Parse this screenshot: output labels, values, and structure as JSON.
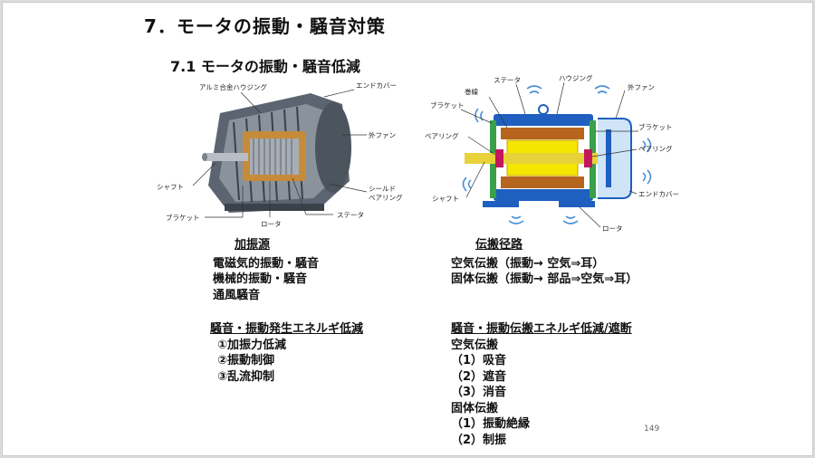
{
  "title": "7．モータの振動・騒音対策",
  "subtitle": "7.1  モータの振動・騒音低減",
  "figure_left": {
    "labels": {
      "housing": "アルミ合金ハウジング",
      "end_cover": "エンドカバー",
      "fan": "外ファン",
      "shaft": "シャフト",
      "shield_bearing_1": "シールド",
      "shield_bearing_2": "ベアリング",
      "bracket": "ブラケット",
      "rotor": "ロータ",
      "stator": "ステータ"
    }
  },
  "figure_right": {
    "labels": {
      "stator": "ステータ",
      "winding": "巻線",
      "housing": "ハウジング",
      "fan": "外ファン",
      "bracket_left": "ブラケット",
      "bracket_right": "ブラケット",
      "bearing_left": "ベアリング",
      "bearing_right": "ベアリング",
      "shaft": "シャフト",
      "end_cover": "エンドカバー",
      "rotor": "ロータ"
    }
  },
  "sources": {
    "heading": "加振源",
    "items": [
      "電磁気的振動・騒音",
      "機械的振動・騒音",
      "通風騒音"
    ]
  },
  "paths": {
    "heading": "伝搬径路",
    "items": [
      "空気伝搬（振動→ 空気⇒耳）",
      "固体伝搬（振動→ 部品⇒空気⇒耳）"
    ]
  },
  "reduce": {
    "heading": "騒音・振動発生エネルギ低減",
    "items": [
      "①加振力低減",
      "②振動制御",
      "③乱流抑制"
    ]
  },
  "block": {
    "heading": "騒音・振動伝搬エネルギ低減/遮断",
    "items": [
      "空気伝搬",
      "（1）吸音",
      "（2）遮音",
      "（3）消音",
      "固体伝搬",
      "（1）振動絶縁",
      "（2）制振"
    ]
  },
  "page_number": "149",
  "colors": {
    "housing_blue": "#1f5fbf",
    "rotor_yellow": "#f4e600",
    "winding_brown": "#b5651d",
    "shaft_yellow": "#e8d23a",
    "bracket_green": "#3aa04a",
    "wave_blue": "#4a90d9"
  }
}
